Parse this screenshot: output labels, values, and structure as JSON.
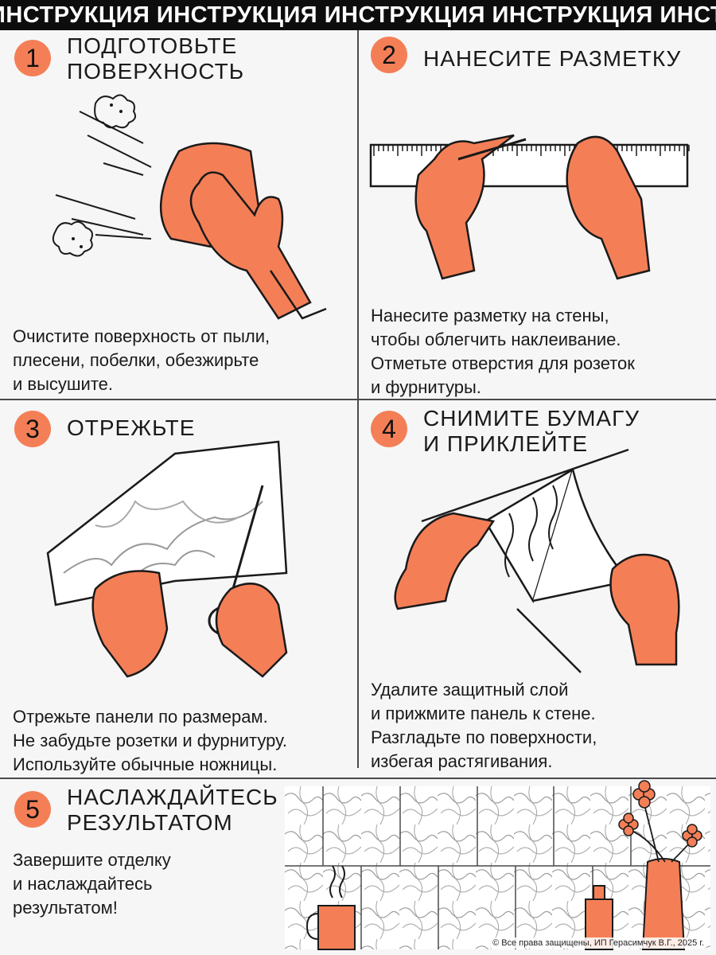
{
  "banner": {
    "text": "ИНСТРУКЦИЯ ИНСТРУКЦИЯ ИНСТРУКЦИЯ ИНСТРУКЦИЯ ИНСТРУКЦИЯ"
  },
  "colors": {
    "accent": "#f47f57",
    "text": "#1a1a1a",
    "background": "#f6f6f6",
    "banner": "#0d0d0d"
  },
  "steps": [
    {
      "number": "1",
      "title": [
        "ПОДГОТОВЬТЕ",
        "ПОВЕРХНОСТЬ"
      ],
      "description": [
        "Очистите поверхность от пыли,",
        "плесени, побелки, обезжирьте",
        "и высушите."
      ],
      "icon": "glove-wiping-cloth-icon"
    },
    {
      "number": "2",
      "title": [
        "НАНЕСИТЕ РАЗМЕТКУ"
      ],
      "description": [
        "Нанесите разметку на стены,",
        "чтобы облегчить наклеивание.",
        "Отметьте отверстия для розеток",
        "и фурнитуры."
      ],
      "icon": "ruler-pencil-hands-icon"
    },
    {
      "number": "3",
      "title": [
        "ОТРЕЖЬТЕ"
      ],
      "description": [
        "Отрежьте панели по размерам.",
        "Не забудьте розетки и фурнитуру.",
        "Используйте обычные ножницы."
      ],
      "icon": "scissors-marble-panel-icon"
    },
    {
      "number": "4",
      "title": [
        "СНИМИТЕ БУМАГУ",
        "И ПРИКЛЕЙТЕ"
      ],
      "description": [
        "Удалите защитный слой",
        "и прижмите панель к стене.",
        "Разгладьте по поверхности,",
        "избегая растягивания."
      ],
      "icon": "peel-backing-hands-icon"
    },
    {
      "number": "5",
      "title": [
        "НАСЛАЖДАЙТЕСЬ",
        "РЕЗУЛЬТАТОМ"
      ],
      "description": [
        "Завершите отделку",
        "и наслаждайтесь",
        "результатом!"
      ],
      "icon": "marble-wall-with-vase-and-mug-icon"
    }
  ],
  "copyright": "© Все права защищены, ИП Герасимчук В.Г., 2025 г."
}
